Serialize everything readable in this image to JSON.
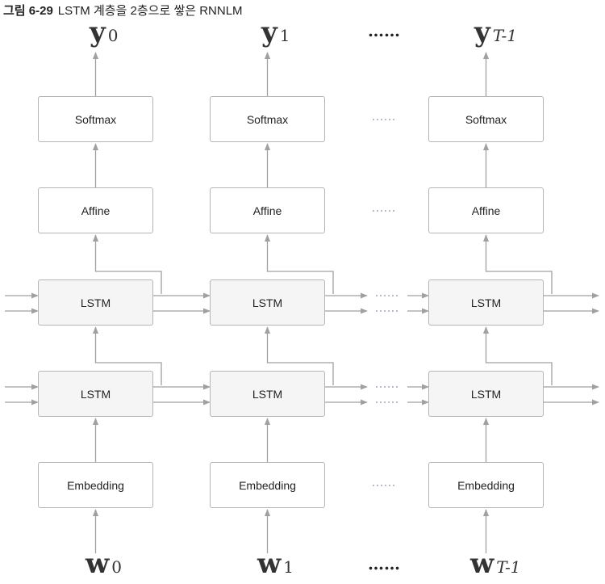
{
  "caption": {
    "figure": "그림 6-29",
    "title": "LSTM 계층을 2층으로 쌓은 RNNLM"
  },
  "columns": [
    {
      "output_symbol": "y",
      "output_sub": "0",
      "input_symbol": "w",
      "input_sub": "0"
    },
    {
      "output_symbol": "y",
      "output_sub": "1",
      "input_symbol": "w",
      "input_sub": "1"
    },
    {
      "output_symbol": "y",
      "output_sub": "T-1",
      "input_symbol": "w",
      "input_sub": "T-1"
    }
  ],
  "layers": {
    "softmax": "Softmax",
    "affine": "Affine",
    "lstm": "LSTM",
    "embedding": "Embedding"
  },
  "ellipsis": "……",
  "colors": {
    "arrow": "#a0a0a0",
    "box_border": "#b5b5b5",
    "lstm_fill": "#f4f5f4",
    "dots": "#b8bcc4"
  }
}
